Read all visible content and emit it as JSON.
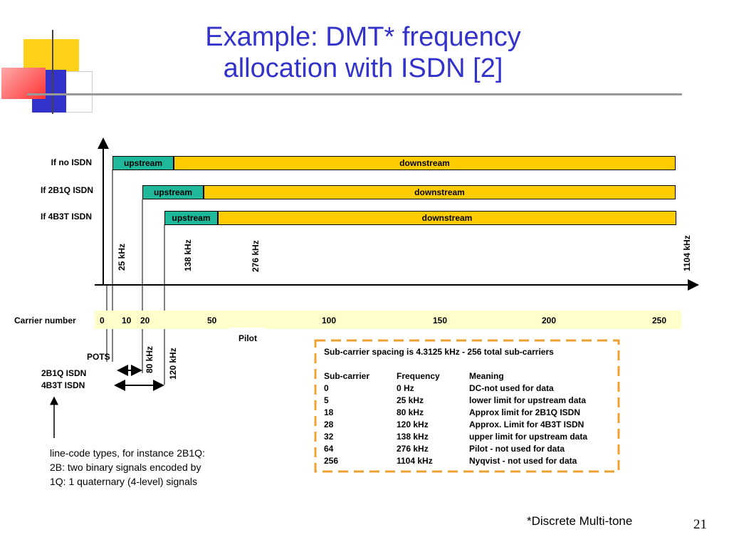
{
  "title_line1": "Example: DMT* frequency",
  "title_line2": "allocation with ISDN [2]",
  "rows": [
    {
      "label": "If no ISDN",
      "upstream": "upstream",
      "downstream": "downstream"
    },
    {
      "label": "If 2B1Q ISDN",
      "upstream": "upstream",
      "downstream": "downstream"
    },
    {
      "label": "If 4B3T ISDN",
      "upstream": "upstream",
      "downstream": "downstream"
    }
  ],
  "freq_labels": {
    "f25": "25 kHz",
    "f138": "138 kHz",
    "f276": "276 kHz",
    "f1104": "1104 kHz",
    "f80": "80 kHz",
    "f120": "120 kHz"
  },
  "carrier": {
    "label": "Carrier number",
    "n0": "0",
    "n10": "10",
    "n20": "20",
    "n50": "50",
    "n100": "100",
    "n150": "150",
    "n200": "200",
    "n250": "250"
  },
  "pilot": "Pilot",
  "pots": "POTS",
  "isdn_2b1q": "2B1Q ISDN",
  "isdn_4b3t": "4B3T ISDN",
  "note_lines": [
    "line-code types, for instance 2B1Q:",
    "2B: two binary signals encoded by",
    "1Q: 1 quaternary (4-level) signals"
  ],
  "table": {
    "heading": "Sub-carrier spacing is 4.3125 kHz - 256 total sub-carriers",
    "headers": [
      "Sub-carrier",
      "Frequency",
      "Meaning"
    ],
    "rows": [
      [
        "0",
        "0 Hz",
        "DC-not used for data"
      ],
      [
        "5",
        "25 kHz",
        "lower limit for upstream data"
      ],
      [
        "18",
        "80 kHz",
        "Approx limit for 2B1Q ISDN"
      ],
      [
        "28",
        "120 kHz",
        "Approx. Limit for 4B3T ISDN"
      ],
      [
        "32",
        "138 kHz",
        "upper limit for upstream data"
      ],
      [
        "64",
        "276 kHz",
        "Pilot - not used for data"
      ],
      [
        "256",
        "1104 kHz",
        "Nyqvist - not used for data"
      ]
    ]
  },
  "footnote": "*Discrete Multi-tone",
  "page_number": "21"
}
